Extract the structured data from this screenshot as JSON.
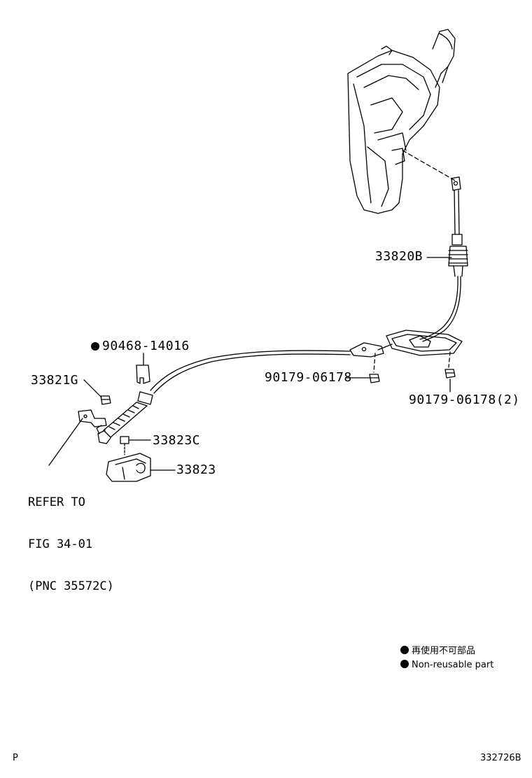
{
  "parts": {
    "p33820B": "33820B",
    "p90468": "90468-14016",
    "p33821G": "33821G",
    "p90179a": "90179-06178",
    "p90179b": "90179-06178(2)",
    "p33823C": "33823C",
    "p33823": "33823"
  },
  "refer": {
    "line1": "REFER TO",
    "line2": "FIG 34-01",
    "line3": "(PNC 35572C)"
  },
  "legend": {
    "jp": "再使用不可部品",
    "en": "Non-reusable part"
  },
  "footer": {
    "left": "P",
    "right": "332726B"
  }
}
